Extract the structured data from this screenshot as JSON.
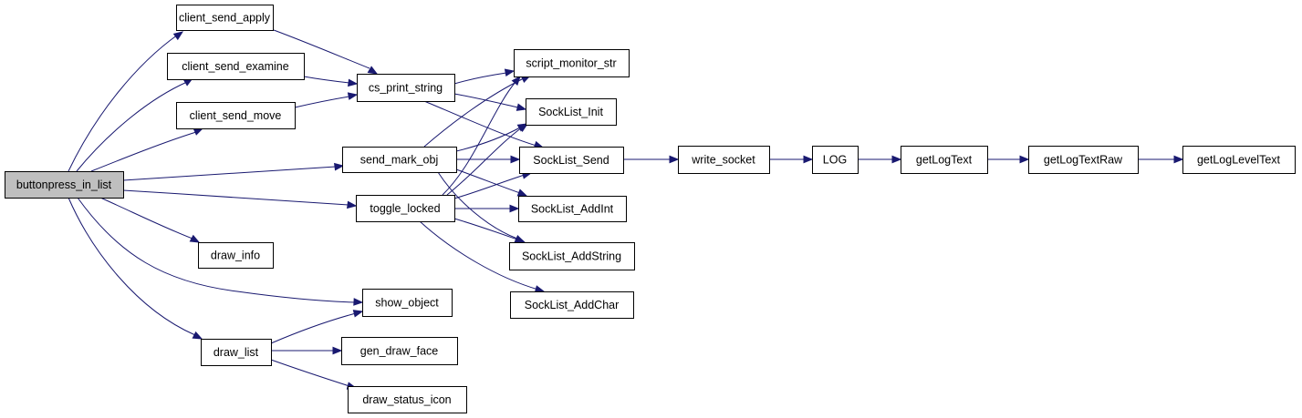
{
  "diagram": {
    "edge_color": "#191970",
    "root_fill": "#bfbfbf",
    "nodes": [
      {
        "id": "buttonpress_in_list",
        "label": "buttonpress_in_list",
        "root": true
      },
      {
        "id": "client_send_apply",
        "label": "client_send_apply"
      },
      {
        "id": "client_send_examine",
        "label": "client_send_examine"
      },
      {
        "id": "client_send_move",
        "label": "client_send_move"
      },
      {
        "id": "cs_print_string",
        "label": "cs_print_string"
      },
      {
        "id": "send_mark_obj",
        "label": "send_mark_obj"
      },
      {
        "id": "toggle_locked",
        "label": "toggle_locked"
      },
      {
        "id": "draw_info",
        "label": "draw_info"
      },
      {
        "id": "show_object",
        "label": "show_object"
      },
      {
        "id": "draw_list",
        "label": "draw_list"
      },
      {
        "id": "gen_draw_face",
        "label": "gen_draw_face"
      },
      {
        "id": "draw_status_icon",
        "label": "draw_status_icon"
      },
      {
        "id": "script_monitor_str",
        "label": "script_monitor_str"
      },
      {
        "id": "SockList_Init",
        "label": "SockList_Init"
      },
      {
        "id": "SockList_Send",
        "label": "SockList_Send"
      },
      {
        "id": "SockList_AddInt",
        "label": "SockList_AddInt"
      },
      {
        "id": "SockList_AddString",
        "label": "SockList_AddString"
      },
      {
        "id": "SockList_AddChar",
        "label": "SockList_AddChar"
      },
      {
        "id": "write_socket",
        "label": "write_socket"
      },
      {
        "id": "LOG",
        "label": "LOG"
      },
      {
        "id": "getLogText",
        "label": "getLogText"
      },
      {
        "id": "getLogTextRaw",
        "label": "getLogTextRaw"
      },
      {
        "id": "getLogLevelText",
        "label": "getLogLevelText"
      }
    ],
    "edges": [
      {
        "from": "buttonpress_in_list",
        "to": "client_send_apply"
      },
      {
        "from": "buttonpress_in_list",
        "to": "client_send_examine"
      },
      {
        "from": "buttonpress_in_list",
        "to": "client_send_move"
      },
      {
        "from": "buttonpress_in_list",
        "to": "send_mark_obj"
      },
      {
        "from": "buttonpress_in_list",
        "to": "toggle_locked"
      },
      {
        "from": "buttonpress_in_list",
        "to": "draw_info"
      },
      {
        "from": "buttonpress_in_list",
        "to": "show_object"
      },
      {
        "from": "buttonpress_in_list",
        "to": "draw_list"
      },
      {
        "from": "client_send_apply",
        "to": "cs_print_string"
      },
      {
        "from": "client_send_examine",
        "to": "cs_print_string"
      },
      {
        "from": "client_send_move",
        "to": "cs_print_string"
      },
      {
        "from": "cs_print_string",
        "to": "script_monitor_str"
      },
      {
        "from": "cs_print_string",
        "to": "SockList_Init"
      },
      {
        "from": "cs_print_string",
        "to": "SockList_Send"
      },
      {
        "from": "send_mark_obj",
        "to": "script_monitor_str"
      },
      {
        "from": "send_mark_obj",
        "to": "SockList_Init"
      },
      {
        "from": "send_mark_obj",
        "to": "SockList_Send"
      },
      {
        "from": "send_mark_obj",
        "to": "SockList_AddInt"
      },
      {
        "from": "send_mark_obj",
        "to": "SockList_AddString"
      },
      {
        "from": "toggle_locked",
        "to": "script_monitor_str"
      },
      {
        "from": "toggle_locked",
        "to": "SockList_Init"
      },
      {
        "from": "toggle_locked",
        "to": "SockList_Send"
      },
      {
        "from": "toggle_locked",
        "to": "SockList_AddInt"
      },
      {
        "from": "toggle_locked",
        "to": "SockList_AddString"
      },
      {
        "from": "toggle_locked",
        "to": "SockList_AddChar"
      },
      {
        "from": "SockList_Send",
        "to": "write_socket"
      },
      {
        "from": "write_socket",
        "to": "LOG"
      },
      {
        "from": "LOG",
        "to": "getLogText"
      },
      {
        "from": "getLogText",
        "to": "getLogTextRaw"
      },
      {
        "from": "getLogTextRaw",
        "to": "getLogLevelText"
      },
      {
        "from": "draw_list",
        "to": "show_object"
      },
      {
        "from": "draw_list",
        "to": "gen_draw_face"
      },
      {
        "from": "draw_list",
        "to": "draw_status_icon"
      }
    ]
  }
}
